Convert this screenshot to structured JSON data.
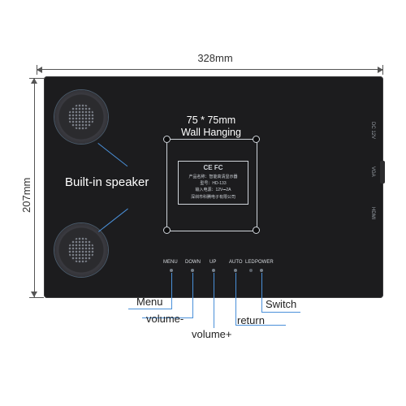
{
  "dimensions": {
    "width_label": "328mm",
    "height_label": "207mm"
  },
  "monitor": {
    "speaker_label": "Built-in speaker",
    "wall_mount": {
      "line1": "75 * 75mm",
      "line2": "Wall Hanging"
    },
    "nameplate": {
      "marks": "CE FC",
      "line1": "产品名称：智能高清显示器",
      "line2": "型号：HD-133",
      "line3": "输入电源：12V⎓2A",
      "line4": "深圳市科腾电子有限公司"
    },
    "ports": [
      "DC 12V",
      "VGA",
      "HDMI"
    ],
    "buttons": [
      "MENU",
      "DOWN",
      "UP",
      "AUTO",
      "LED",
      "POWER"
    ]
  },
  "controls": {
    "menu": "Menu",
    "volume_down": "volume-",
    "volume_up": "volume+",
    "return": "return",
    "switch": "Switch"
  },
  "colors": {
    "monitor": "#1c1c1e",
    "callout": "#4a90d9",
    "text_on_dark": "#ffffff"
  },
  "icons": {
    "speaker": "speaker-grille-icon",
    "mount_hole": "screw-hole-icon"
  }
}
